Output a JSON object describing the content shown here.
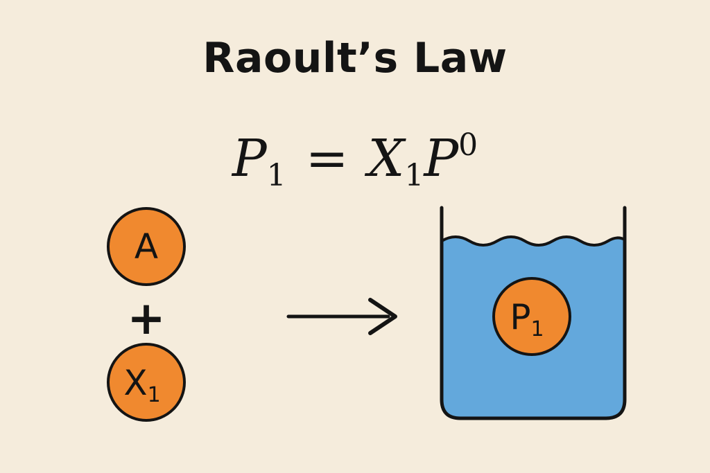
{
  "title": "Raoult’s Law",
  "formula": {
    "lhs_var": "P",
    "lhs_sub": "1",
    "equals": "=",
    "mole_var": "X",
    "mole_sub": "1",
    "pressure_var": "P",
    "pressure_sup": "0"
  },
  "reactants": {
    "first": {
      "label": "A",
      "sub": ""
    },
    "operator": "+",
    "second": {
      "label": "X",
      "sub": "1"
    }
  },
  "product": {
    "label": "P",
    "sub": "1"
  },
  "colors": {
    "background": "#f5ecdc",
    "circle_fill": "#f0892f",
    "outline": "#141414",
    "liquid": "#63a8dc"
  }
}
